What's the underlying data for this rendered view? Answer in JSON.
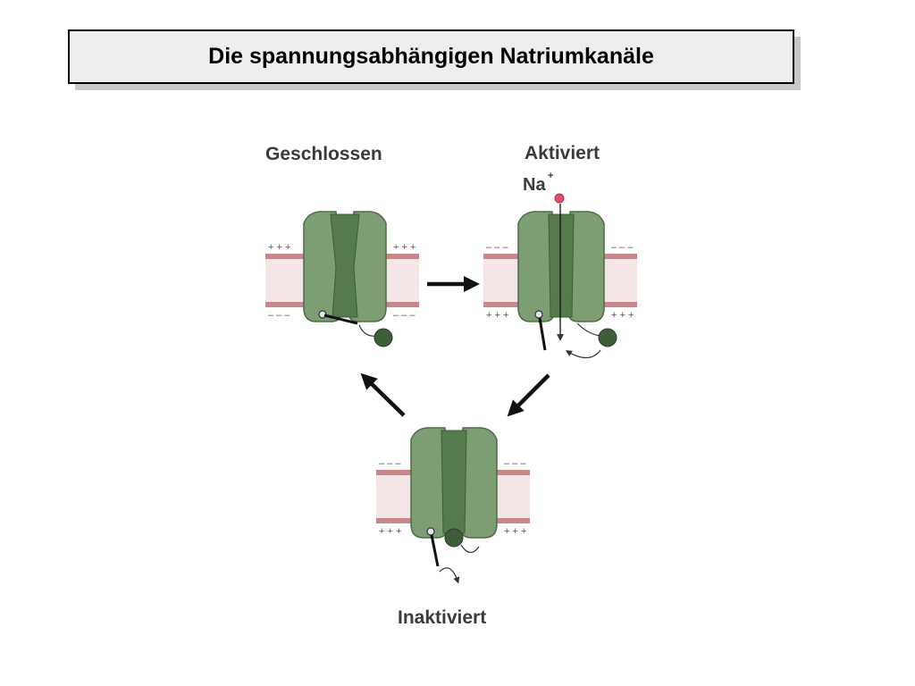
{
  "slide": {
    "title": "Die spannungsabhängigen Natriumkanäle"
  },
  "diagram": {
    "states": {
      "closed": "Geschlossen",
      "activated": "Aktiviert",
      "inactivated": "Inaktiviert"
    },
    "ion_label": "Na",
    "ion_charge": "+",
    "charge_plus": "+ + +",
    "charge_minus": "– – –",
    "colors": {
      "channel": "#7d9e74",
      "channel_pore": "#557a4d",
      "membrane_fill": "#f4e6e6",
      "membrane_line": "#c9878a",
      "ion": "#e0506a",
      "ball": "#3f5c3b",
      "arrow": "#111111"
    }
  }
}
